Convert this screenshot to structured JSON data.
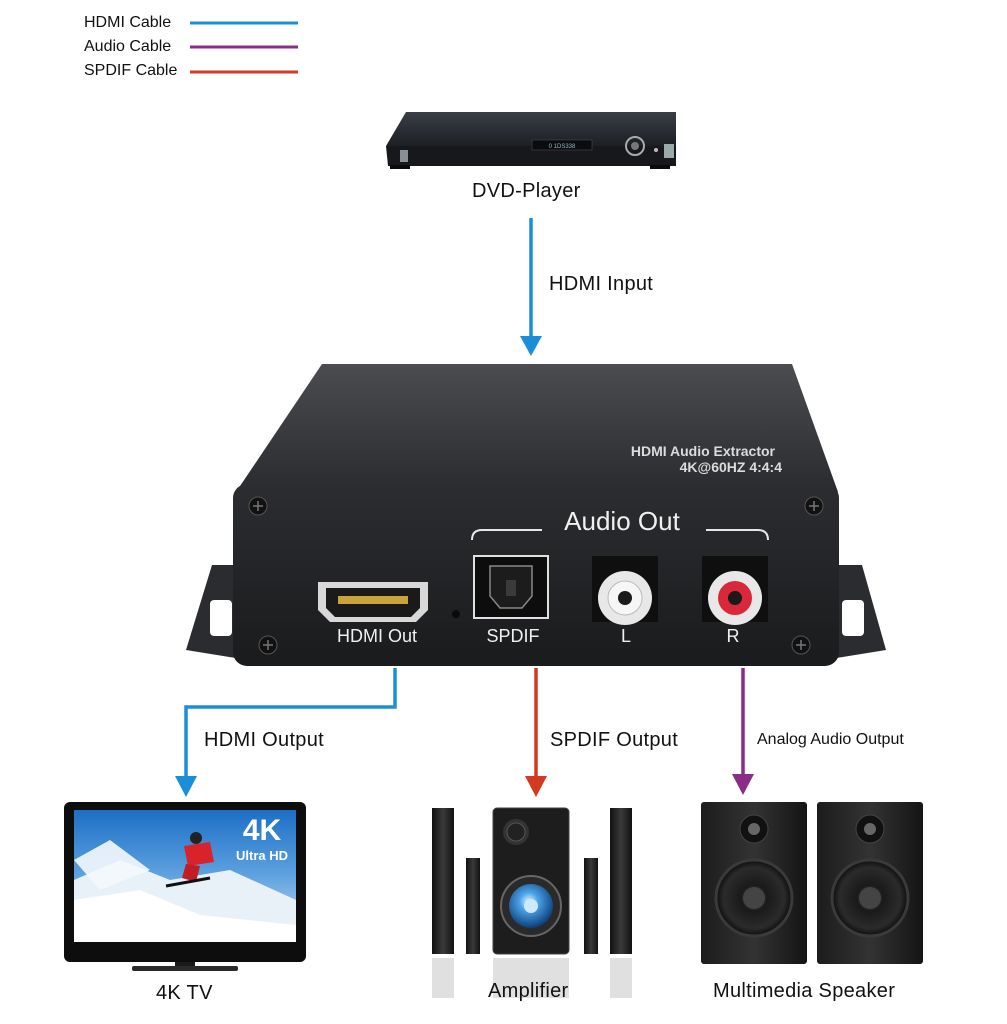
{
  "legend": {
    "items": [
      {
        "label": "HDMI Cable",
        "color": "#1a8fd8"
      },
      {
        "label": "Audio Cable",
        "color": "#8b2c86"
      },
      {
        "label": "SPDIF Cable",
        "color": "#d33a22"
      }
    ]
  },
  "source": {
    "label": "DVD-Player",
    "display": "0 1DS338"
  },
  "input_link": {
    "label": "HDMI Input"
  },
  "device": {
    "title_line1": "HDMI Audio Extractor",
    "title_line2": "4K@60HZ 4:4:4",
    "audio_group": "Audio Out",
    "ports": {
      "hdmi": "HDMI Out",
      "spdif": "SPDIF",
      "left": "L",
      "right": "R"
    }
  },
  "outputs": {
    "hdmi": "HDMI Output",
    "spdif": "SPDIF Output",
    "analog": "Analog Audio Output"
  },
  "sinks": {
    "tv": {
      "label": "4K TV",
      "badge_big": "4K",
      "badge_small": "Ultra HD"
    },
    "amplifier": {
      "label": "Amplifier"
    },
    "speaker": {
      "label": "Multimedia Speaker"
    }
  }
}
